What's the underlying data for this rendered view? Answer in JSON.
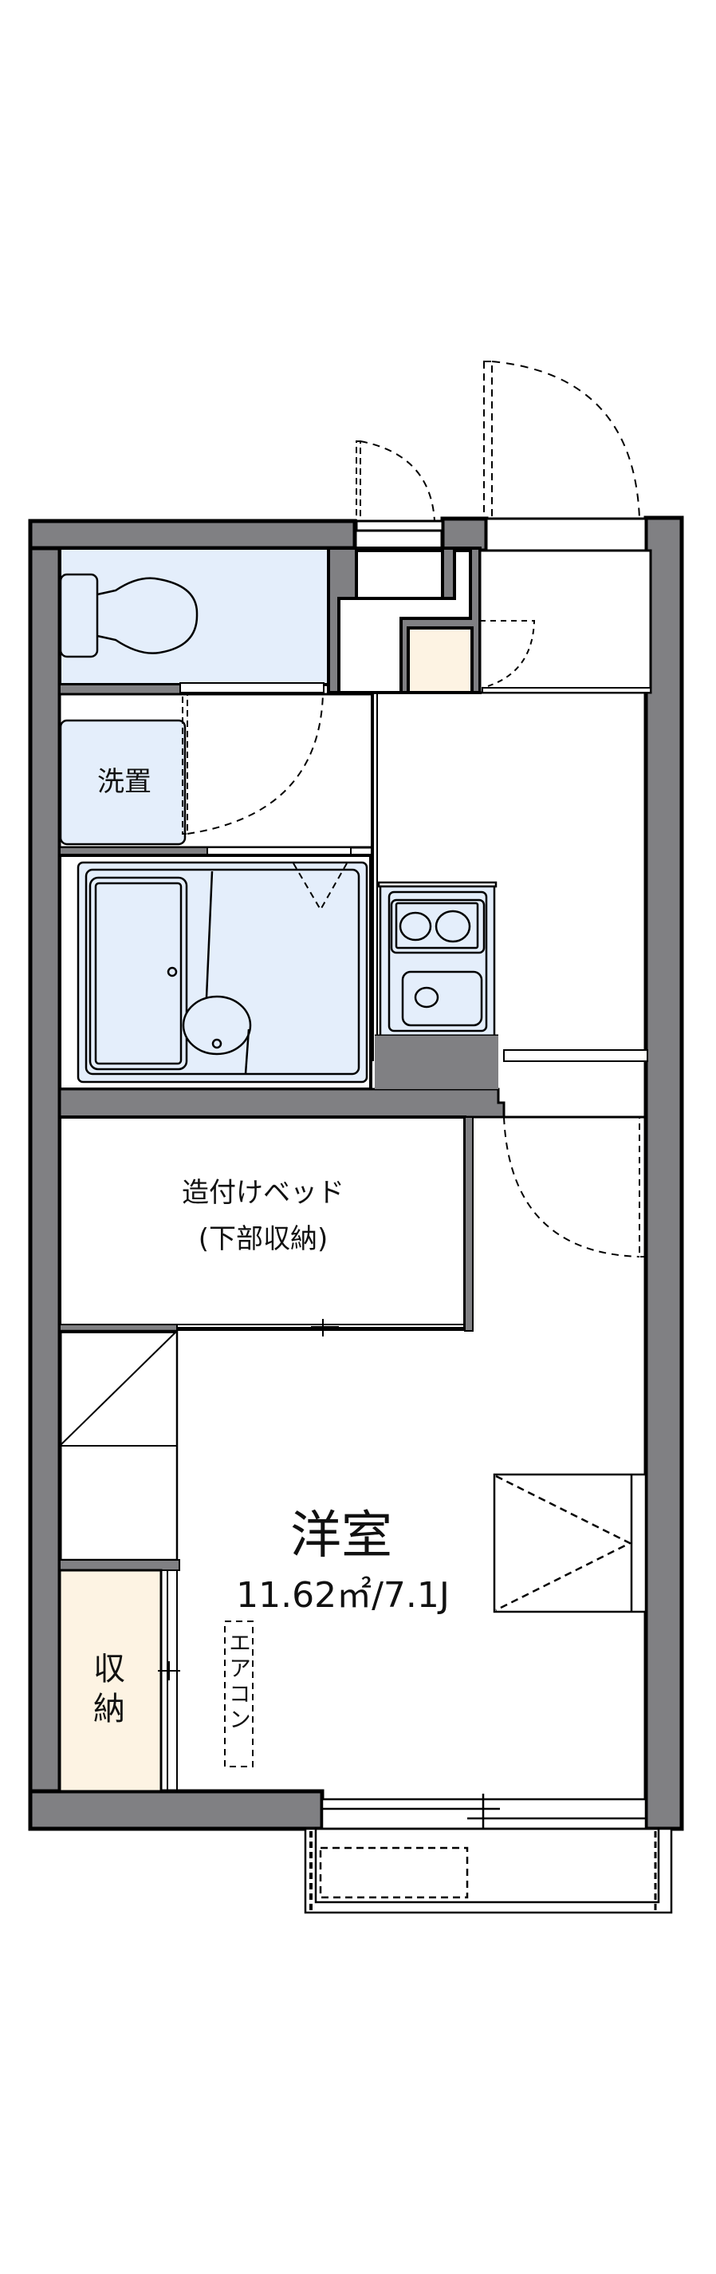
{
  "floorplan": {
    "colors": {
      "wall": "#808083",
      "wet_area": "#e4eefb",
      "storage": "#fdf3e3",
      "line": "#000000",
      "background": "#ffffff"
    },
    "rooms": {
      "toilet": {
        "label": ""
      },
      "washer_space": {
        "label": "洗置"
      },
      "bath": {
        "label": ""
      },
      "kitchen": {
        "label": ""
      },
      "entrance": {
        "label": ""
      },
      "built_in_bed": {
        "label_line1": "造付けベッド",
        "label_line2": "(下部収納)"
      },
      "western_room": {
        "label": "洋室",
        "area": "11.62㎡/7.1J"
      },
      "closet": {
        "label": "収納"
      },
      "air_conditioner": {
        "label": "エアコン"
      }
    }
  }
}
